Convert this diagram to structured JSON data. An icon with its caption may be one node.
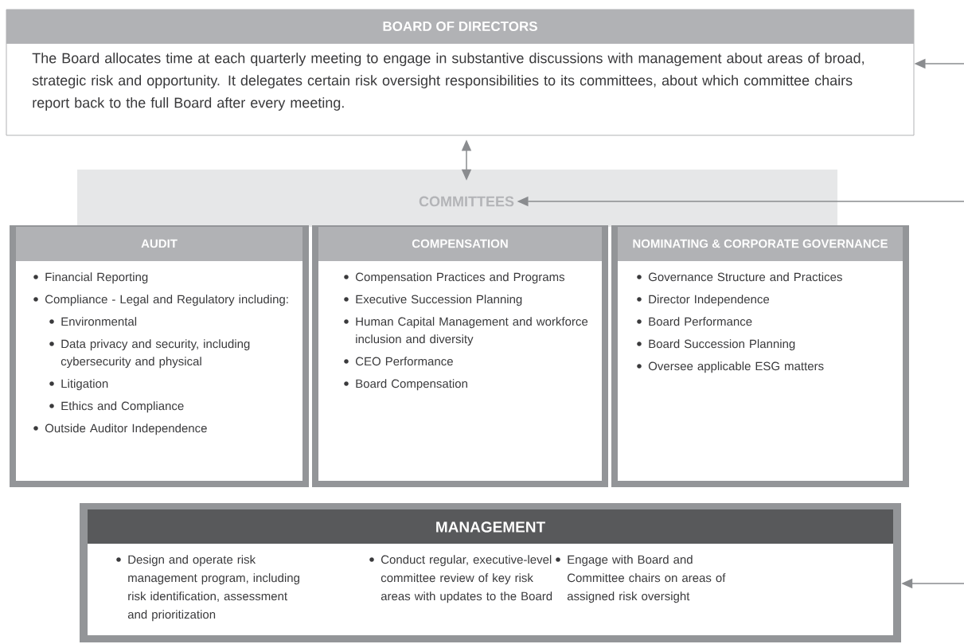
{
  "diagram": {
    "nodes": [
      {
        "text": [
          "BOARD OF DIRECTORS",
          "The Board allocates time at each quarterly meeting to engage in substantive discussions with management about areas of broad, strategic risk and opportunity. It delegates certain risk oversight responsibilities to its committees, about which committee chairs report back to the full Board after every meeting."
        ]
      },
      {
        "text": [
          "COMMITTEES"
        ]
      },
      {
        "text": [
          "AUDIT",
          "Financial Reporting",
          "Compliance - Legal and Regulatory including:",
          "Environmental",
          "Data privacy and security, including cybersecurity and physical",
          "Litigation",
          "Ethics and Compliance",
          "Outside Auditor Independence"
        ]
      },
      {
        "text": [
          "COMPENSATION",
          "Compensation Practices and Programs",
          "Executive Succession Planning",
          "Human Capital Management and workforce inclusion and diversity",
          "CEO Performance",
          "Board Compensation"
        ]
      },
      {
        "text": [
          "NOMINATING & CORPORATE GOVERNANCE",
          "Governance Structure and Practices",
          "Director Independence",
          "Board Performance",
          "Board Succession Planning",
          "Oversee applicable ESG matters"
        ]
      },
      {
        "text": [
          "MANAGEMENT",
          "Design and operate risk management program, including risk identification, assessment and prioritization",
          "Conduct regular, executive-level committee review of key risk areas with updates to the Board",
          "Engage with Board and Committee chairs on areas of assigned risk oversight"
        ]
      }
    ],
    "edges": [
      {
        "from": null,
        "to": 0,
        "arrow": "to"
      },
      {
        "from": 0,
        "to": 1,
        "arrow": "both"
      },
      {
        "from": null,
        "to": 1,
        "arrow": "to"
      },
      {
        "from": null,
        "to": 5,
        "arrow": "to"
      }
    ]
  }
}
